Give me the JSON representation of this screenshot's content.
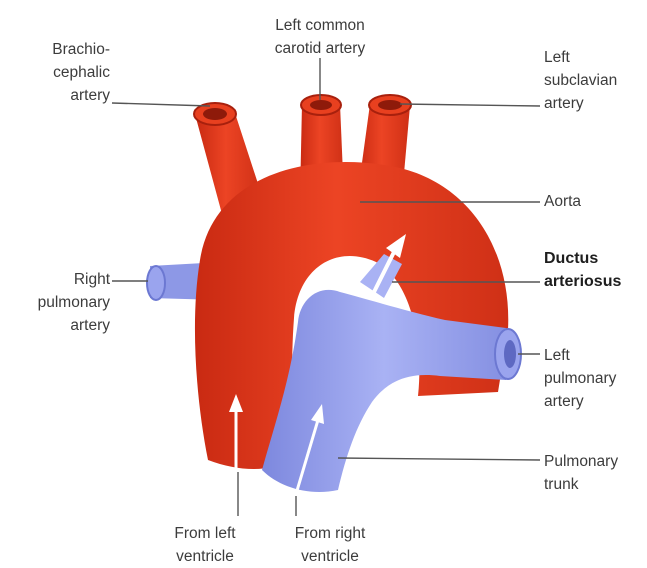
{
  "colors": {
    "aorta": "#e23a1e",
    "aorta_dark": "#a8200d",
    "pulmonary": "#9aa4ee",
    "pulmonary_dark": "#6c78d2",
    "leader": "#555555",
    "background": "#ffffff"
  },
  "labels": {
    "brachiocephalic": "Brachio-\ncephalic\nartery",
    "left_common_carotid": "Left common\ncarotid artery",
    "left_subclavian": "Left\nsubclavian\nartery",
    "aorta": "Aorta",
    "ductus_arteriosus": "Ductus\narteriosus",
    "right_pulmonary": "Right\npulmonary\nartery",
    "left_pulmonary": "Left\npulmonary\nartery",
    "pulmonary_trunk": "Pulmonary\ntrunk",
    "from_left_ventricle": "From left\nventricle",
    "from_right_ventricle": "From right\nventricle"
  }
}
